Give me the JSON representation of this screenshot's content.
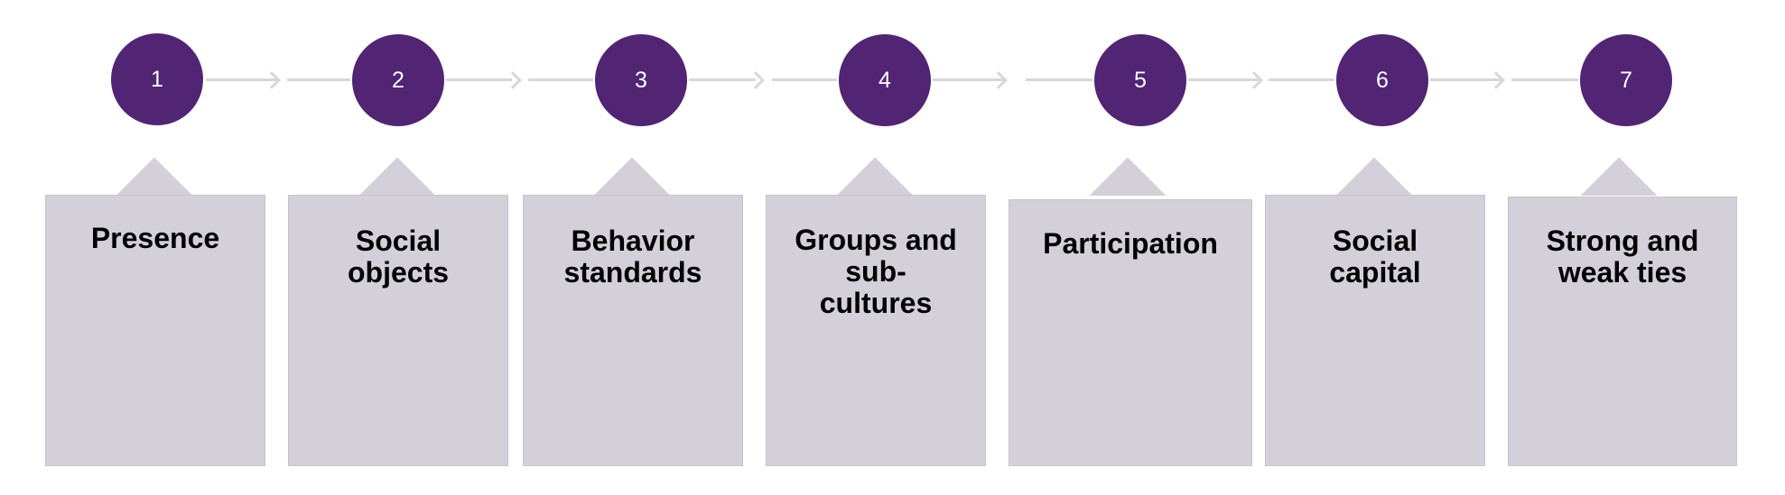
{
  "steps": [
    {
      "number": "1",
      "label": "Presence"
    },
    {
      "number": "2",
      "label": "Social\nobjects"
    },
    {
      "number": "3",
      "label": "Behavior\nstandards"
    },
    {
      "number": "4",
      "label": "Groups and\nsub-\ncultures"
    },
    {
      "number": "5",
      "label": "Participation"
    },
    {
      "number": "6",
      "label": "Social\ncapital"
    },
    {
      "number": "7",
      "label": "Strong and\nweak ties"
    }
  ],
  "colors": {
    "circle": "#512474",
    "card": "#d3d0da",
    "connector": "#d8d6dd",
    "number_text": "#ffffff",
    "label_text": "#000000"
  }
}
